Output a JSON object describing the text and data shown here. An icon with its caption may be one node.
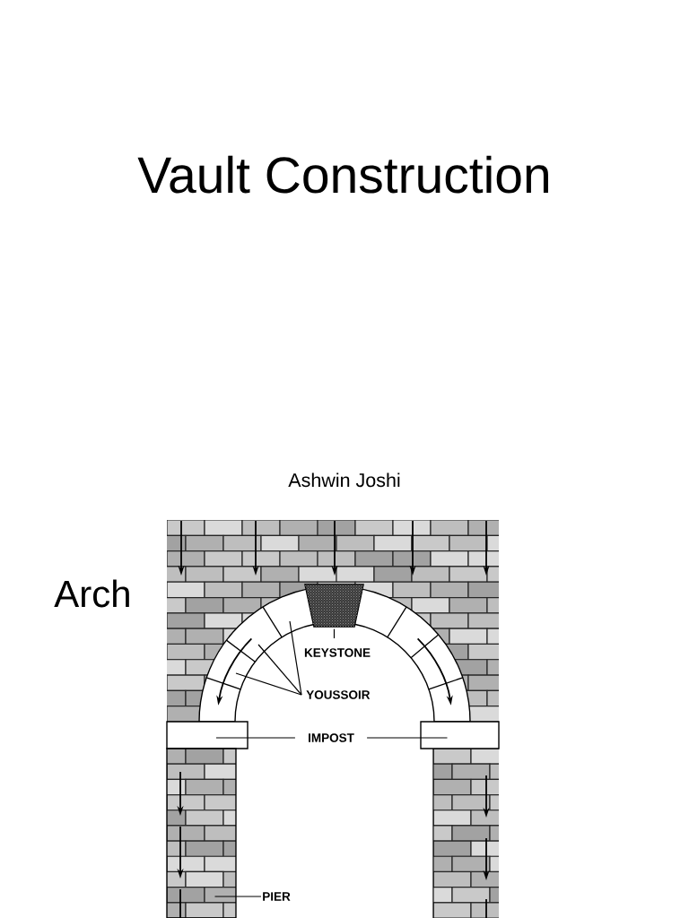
{
  "diagram": {
    "title": "Vault Construction",
    "nodes": [
      {
        "text": [],
        "shape": "trapezoid"
      },
      {
        "text": [
          "KEYSTONE"
        ]
      },
      {
        "text": [
          "YOUSSOIR"
        ]
      },
      {
        "text": [],
        "shape": "box"
      },
      {
        "text": [
          "IMPOST"
        ]
      },
      {
        "text": [],
        "shape": "box"
      },
      {
        "text": [
          "PIER"
        ]
      },
      {
        "text": [],
        "shape": "box"
      }
    ],
    "edges": [
      {
        "from": 1,
        "to": 0,
        "arrow": "none"
      },
      {
        "from": 2,
        "to": null,
        "arrow": "none"
      },
      {
        "from": 2,
        "to": null,
        "arrow": "none"
      },
      {
        "from": 2,
        "to": null,
        "arrow": "none"
      },
      {
        "from": 4,
        "to": 3,
        "arrow": "none"
      },
      {
        "from": 4,
        "to": 5,
        "arrow": "none"
      },
      {
        "from": 6,
        "to": 7,
        "arrow": "none"
      }
    ],
    "labels": [
      "Ashwin Joshi",
      "Arch"
    ]
  }
}
